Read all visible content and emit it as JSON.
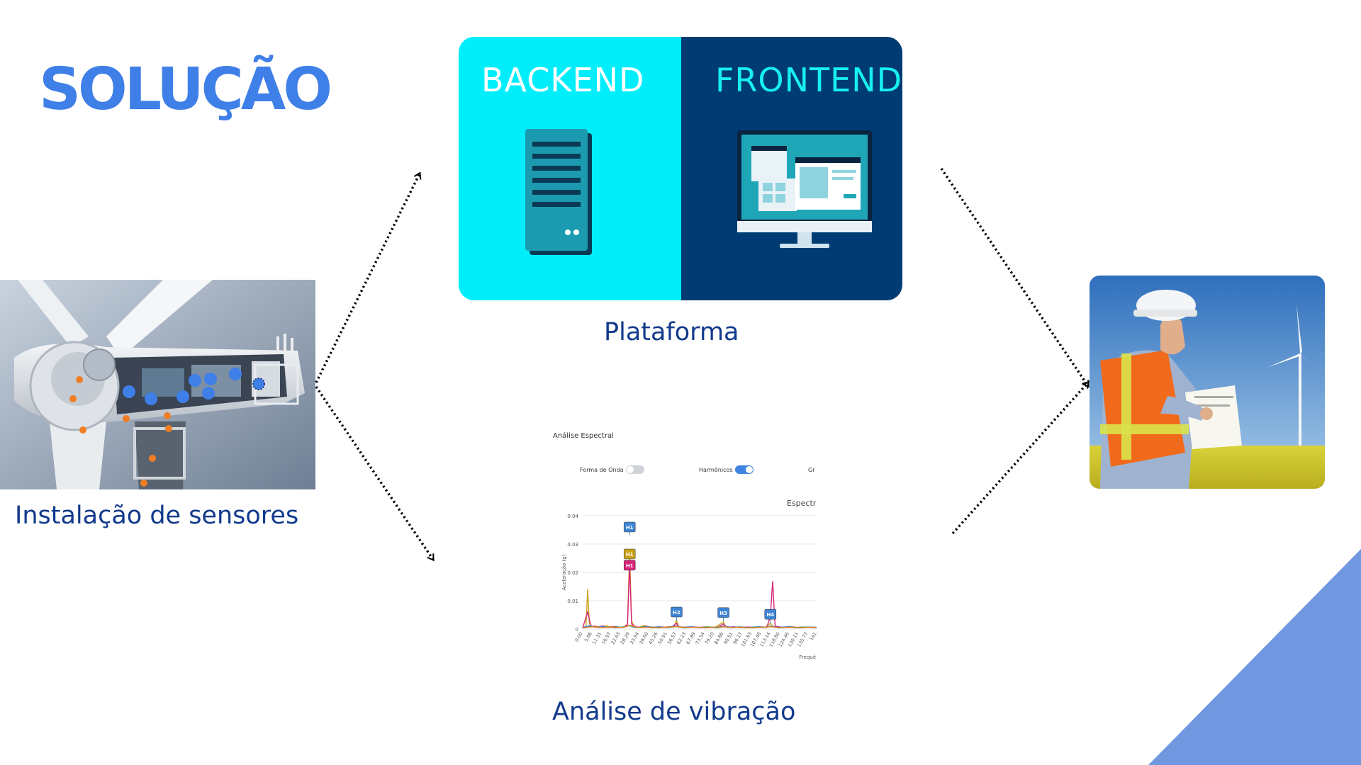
{
  "slide": {
    "title": "SOLUÇÃO",
    "colors": {
      "title": "#3f7fe8",
      "caption": "#123a8c",
      "backend_bg": "#00eefa",
      "frontend_bg": "#003c73",
      "frontend_text": "#18f0f0",
      "corner": "#7098e0"
    }
  },
  "nodes": {
    "sensors": {
      "caption": "Instalação de sensores",
      "icon": "wind-turbine-nacelle-image"
    },
    "platform": {
      "caption": "Plataforma",
      "backend_label": "BACKEND",
      "frontend_label": "FRONTEND",
      "backend_icon": "server-icon",
      "frontend_icon": "monitor-icon"
    },
    "vibration": {
      "caption": "Análise de vibração"
    },
    "engineer": {
      "icon": "engineer-photo"
    }
  },
  "chart_panel": {
    "heading": "Análise Espectral",
    "toggles": [
      {
        "label": "Forma de Onda",
        "state": "off"
      },
      {
        "label": "Harmônicos",
        "state": "on"
      },
      {
        "label": "Gr",
        "state": ""
      }
    ],
    "chart_title": "Espectr",
    "ylabel": "Aceleração (g)",
    "xlabel": "Frequê"
  },
  "chart_data": {
    "type": "line",
    "ylim": [
      0,
      0.04
    ],
    "yticks": [
      "0.04",
      "0.03",
      "0.02",
      "0.01",
      "0"
    ],
    "xticks": [
      "0.00",
      "5.66",
      "11.31",
      "16.97",
      "22.63",
      "28.29",
      "33.94",
      "39.60",
      "45.26",
      "50.91",
      "56.57",
      "62.23",
      "67.89",
      "73.54",
      "79.20",
      "84.86",
      "90.51",
      "96.17",
      "101.83",
      "107.48",
      "113.14",
      "118.80",
      "124.46",
      "130.11",
      "135.77",
      "141"
    ],
    "grid": true,
    "harmonic_markers": [
      {
        "label": "H1",
        "x": 28.29,
        "y": 0.036,
        "color": "#3f84d4"
      },
      {
        "label": "H1",
        "x": 28.29,
        "y": 0.0265,
        "color": "#c7a21a"
      },
      {
        "label": "H1",
        "x": 28.29,
        "y": 0.0225,
        "color": "#d9237a"
      },
      {
        "label": "H2",
        "x": 56.57,
        "y": 0.006,
        "color": "#3f84d4"
      },
      {
        "label": "H3",
        "x": 84.86,
        "y": 0.0058,
        "color": "#3f84d4"
      },
      {
        "label": "H4",
        "x": 113.14,
        "y": 0.0052,
        "color": "#3f84d4"
      }
    ],
    "series": [
      {
        "color": "#c7a21a",
        "x": [
          0,
          2,
          3,
          4,
          6,
          8,
          11,
          14,
          17,
          20,
          23,
          26,
          27,
          28.29,
          29.5,
          31,
          34,
          37,
          40,
          45,
          50,
          55,
          56.57,
          58,
          62,
          66,
          70,
          75,
          80,
          84.86,
          86,
          90,
          95,
          100,
          105,
          110,
          113.14,
          115,
          120,
          125,
          130,
          135,
          141
        ],
        "y": [
          0.0005,
          0.001,
          0.014,
          0.002,
          0.0008,
          0.001,
          0.0006,
          0.0012,
          0.0007,
          0.0009,
          0.0005,
          0.0008,
          0.002,
          0.027,
          0.003,
          0.0007,
          0.0006,
          0.0012,
          0.0008,
          0.0006,
          0.0007,
          0.0009,
          0.003,
          0.0008,
          0.0006,
          0.0007,
          0.0005,
          0.0008,
          0.0006,
          0.0025,
          0.0007,
          0.0006,
          0.0008,
          0.0005,
          0.0007,
          0.0006,
          0.002,
          0.0008,
          0.0006,
          0.0009,
          0.0005,
          0.0007,
          0.0006
        ]
      },
      {
        "color": "#d9237a",
        "x": [
          0,
          3,
          5,
          7,
          9,
          12,
          15,
          18,
          21,
          24,
          27,
          28.29,
          29.5,
          32,
          35,
          38,
          42,
          46,
          50,
          54,
          56.57,
          58,
          62,
          66,
          70,
          74,
          78,
          82,
          84.86,
          87,
          91,
          95,
          99,
          103,
          107,
          111,
          113.14,
          114.5,
          116,
          120,
          124,
          128,
          132,
          136,
          141
        ],
        "y": [
          0.0004,
          0.006,
          0.0009,
          0.001,
          0.0006,
          0.0011,
          0.0005,
          0.0009,
          0.0007,
          0.0006,
          0.0015,
          0.0225,
          0.0018,
          0.0008,
          0.0006,
          0.001,
          0.0005,
          0.0008,
          0.0006,
          0.0009,
          0.002,
          0.0007,
          0.0005,
          0.0008,
          0.0006,
          0.0007,
          0.0005,
          0.0008,
          0.0018,
          0.0006,
          0.0008,
          0.0005,
          0.0007,
          0.0006,
          0.0008,
          0.0006,
          0.0045,
          0.0169,
          0.001,
          0.0006,
          0.0008,
          0.0005,
          0.0007,
          0.0006,
          0.0005
        ]
      },
      {
        "color": "#3f84d4",
        "x": [
          0,
          4,
          8,
          12,
          16,
          20,
          24,
          28.29,
          30,
          34,
          38,
          42,
          46,
          50,
          56.57,
          60,
          65,
          70,
          75,
          80,
          84.86,
          90,
          95,
          100,
          105,
          110,
          113.14,
          118,
          124,
          130,
          136,
          141
        ],
        "y": [
          0.0005,
          0.0012,
          0.0006,
          0.0009,
          0.0005,
          0.0008,
          0.0006,
          0.0012,
          0.0007,
          0.0005,
          0.0009,
          0.0006,
          0.0008,
          0.0005,
          0.0011,
          0.0006,
          0.0008,
          0.0005,
          0.0007,
          0.0006,
          0.001,
          0.0006,
          0.0007,
          0.0005,
          0.0008,
          0.0006,
          0.001,
          0.0006,
          0.0008,
          0.0005,
          0.0007,
          0.0006
        ]
      },
      {
        "color": "#3fae4a",
        "x": [
          0,
          5,
          10,
          15,
          20,
          25,
          28.29,
          32,
          37,
          42,
          47,
          52,
          56.57,
          61,
          66,
          71,
          76,
          81,
          84.86,
          89,
          94,
          99,
          104,
          109,
          113.14,
          118,
          123,
          128,
          133,
          141
        ],
        "y": [
          0.0003,
          0.0009,
          0.0005,
          0.0007,
          0.0004,
          0.0008,
          0.0012,
          0.0005,
          0.0007,
          0.0004,
          0.0006,
          0.0005,
          0.0009,
          0.0004,
          0.0006,
          0.0005,
          0.0007,
          0.0004,
          0.0008,
          0.0005,
          0.0006,
          0.0004,
          0.0007,
          0.0005,
          0.0009,
          0.0004,
          0.0006,
          0.0005,
          0.0007,
          0.0004
        ]
      },
      {
        "color": "#e8762b",
        "x": [
          0,
          6,
          12,
          18,
          24,
          28.29,
          34,
          40,
          46,
          52,
          56.57,
          62,
          68,
          74,
          80,
          84.86,
          90,
          96,
          102,
          108,
          113.14,
          119,
          125,
          131,
          137,
          141
        ],
        "y": [
          0.0004,
          0.0008,
          0.0005,
          0.0007,
          0.0005,
          0.0013,
          0.0005,
          0.0006,
          0.0004,
          0.0007,
          0.0009,
          0.0005,
          0.0006,
          0.0004,
          0.0007,
          0.0008,
          0.0005,
          0.0006,
          0.0004,
          0.0006,
          0.0008,
          0.0005,
          0.0006,
          0.0004,
          0.0006,
          0.0005
        ]
      }
    ]
  }
}
